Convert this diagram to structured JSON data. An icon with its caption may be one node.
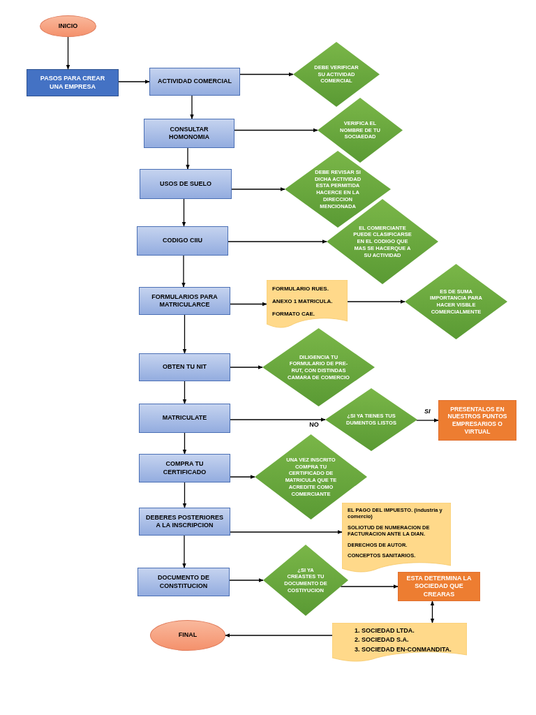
{
  "diagram": {
    "nodes": [
      {
        "text": [
          "INICIO"
        ]
      },
      {
        "text": [
          "PASOS PARA CREAR UNA EMPRESA"
        ]
      },
      {
        "text": [
          "ACTIVIDAD COMERCIAL"
        ]
      },
      {
        "text": [
          "DEBE VERIFICAR SU ACTIVIDAD COMERCIAL"
        ]
      },
      {
        "text": [
          "CONSULTAR HOMONOMIA"
        ]
      },
      {
        "text": [
          "VERIFICA EL NOMBRE DE TU SOCIAEDAD"
        ]
      },
      {
        "text": [
          "USOS DE SUELO"
        ]
      },
      {
        "text": [
          "DEBE REVISAR SI DICHA ACTIVIDAD ESTA PERMITIDA HACERCE EN LA DIRECCION MENCIONADA"
        ]
      },
      {
        "text": [
          "CODIGO CIIU"
        ]
      },
      {
        "text": [
          "EL COMERCIANTE PUEDE CLASIFICARSE EN EL CODIGO QUE MAS SE HACERQUE A SU ACTIVIDAD"
        ]
      },
      {
        "text": [
          "FORMULARIOS PARA MATRICULARCE"
        ]
      },
      {
        "text": [
          "FORMULARIO RUES.",
          "ANEXO 1 MATRICULA.",
          "FORMATO CAE."
        ]
      },
      {
        "text": [
          "ES DE SUMA IMPORTANCIA PARA HACER VISBLE COMERCIALMENTE"
        ]
      },
      {
        "text": [
          "OBTEN TU NIT"
        ]
      },
      {
        "text": [
          "DILIGENCIA TU FORMULARIO DE PRE-RUT, CON DISTINDAS CAMARA DE COMERCIO"
        ]
      },
      {
        "text": [
          "MATRICULATE"
        ]
      },
      {
        "text": [
          "¿SI YA TIENES TUS DUMENTOS LISTOS"
        ]
      },
      {
        "text": [
          "PRESENTALOS EN NUESTROS PUNTOS EMPRESARIOS O VIRTUAL"
        ]
      },
      {
        "text": [
          "COMPRA TU CERTIFICADO"
        ]
      },
      {
        "text": [
          "UNA VEZ INSCRITO COMPRA TU CERTIFICADO DE MATRICULA QUE TE ACREDITE COMO COMERCIANTE"
        ]
      },
      {
        "text": [
          "DEBERES POSTERIORES A LA INSCRIPCION"
        ]
      },
      {
        "text": [
          "EL PAGO DEL IMPUESTO. (industria y comercio)",
          "SOLIOTUD DE NUMERACION DE FACTURACION ANTE LA DIAN.",
          "DERECHOS DE AUTOR.",
          "CONCEPTOS SANITARIOS."
        ]
      },
      {
        "text": [
          "DOCUMENTO DE CONSTITUCION"
        ]
      },
      {
        "text": [
          "¿SI YA CREASTES TU DOCUMENTO DE COSTIYUCION"
        ]
      },
      {
        "text": [
          "ESTA DETERMINA LA SOCIEDAD QUE CREARAS"
        ]
      },
      {
        "text": [
          "FINAL"
        ]
      },
      {
        "text": [
          "1. SOCIEDAD LTDA.",
          "2. SOCIEDAD S.A.",
          "3. SOCIEDAD EN-CONMANDITA."
        ]
      }
    ],
    "edges": [
      {
        "from": 0,
        "to": 1,
        "arrow": "to"
      },
      {
        "from": 1,
        "to": 2,
        "arrow": "to"
      },
      {
        "from": 2,
        "to": 3,
        "arrow": "to"
      },
      {
        "from": 2,
        "to": 4,
        "arrow": "to"
      },
      {
        "from": 4,
        "to": 5,
        "arrow": "to"
      },
      {
        "from": 4,
        "to": 6,
        "arrow": "to"
      },
      {
        "from": 6,
        "to": 7,
        "arrow": "to"
      },
      {
        "from": 6,
        "to": 8,
        "arrow": "to"
      },
      {
        "from": 8,
        "to": 9,
        "arrow": "to"
      },
      {
        "from": 8,
        "to": 10,
        "arrow": "to"
      },
      {
        "from": 10,
        "to": 11,
        "arrow": "to"
      },
      {
        "from": 11,
        "to": 12,
        "arrow": "to"
      },
      {
        "from": 10,
        "to": 13,
        "arrow": "to"
      },
      {
        "from": 13,
        "to": 14,
        "arrow": "to"
      },
      {
        "from": 13,
        "to": 15,
        "arrow": "to"
      },
      {
        "from": 15,
        "to": 16,
        "arrow": "to",
        "label": "NO"
      },
      {
        "from": 16,
        "to": 17,
        "arrow": "to",
        "label": "SI"
      },
      {
        "from": 15,
        "to": 18,
        "arrow": "to"
      },
      {
        "from": 18,
        "to": 19,
        "arrow": "to"
      },
      {
        "from": 18,
        "to": 20,
        "arrow": "to"
      },
      {
        "from": 20,
        "to": 21,
        "arrow": "to"
      },
      {
        "from": 20,
        "to": 22,
        "arrow": "to"
      },
      {
        "from": 22,
        "to": 23,
        "arrow": "to"
      },
      {
        "from": 23,
        "to": 24,
        "arrow": "to"
      },
      {
        "from": 24,
        "to": 26,
        "arrow": "both"
      },
      {
        "from": 26,
        "to": 25,
        "arrow": "to"
      }
    ]
  }
}
